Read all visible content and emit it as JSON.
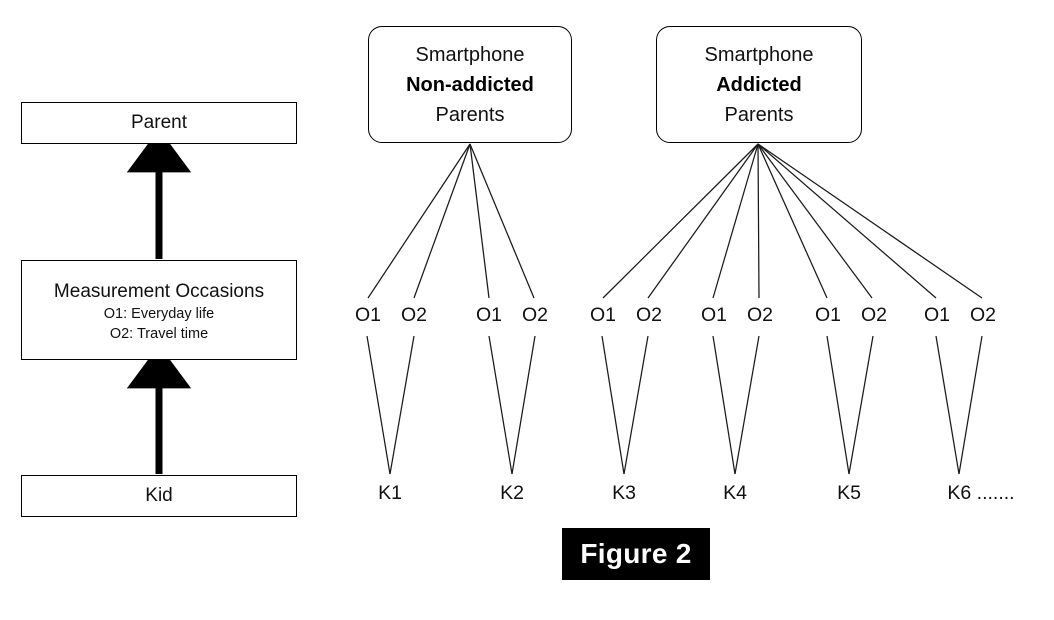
{
  "figure": {
    "caption": "Figure 2"
  },
  "legend_panel": {
    "parent_box": {
      "label": "Parent"
    },
    "measurement_box": {
      "title": "Measurement Occasions",
      "sub1": "O1: Everyday life",
      "sub2": "O2: Travel time"
    },
    "kid_box": {
      "label": "Kid"
    },
    "arrows": [
      {
        "name": "kid-to-measurement",
        "direction": "up"
      },
      {
        "name": "measurement-to-parent",
        "direction": "up"
      }
    ]
  },
  "diagram": {
    "groups": [
      {
        "id": "nonaddicted",
        "line1": "Smartphone",
        "line2": "Non-addicted",
        "line3": "Parents",
        "kids": [
          {
            "label": "K1",
            "occasions": [
              "O1",
              "O2"
            ]
          },
          {
            "label": "K2",
            "occasions": [
              "O1",
              "O2"
            ]
          }
        ]
      },
      {
        "id": "addicted",
        "line1": "Smartphone",
        "line2": "Addicted",
        "line3": "Parents",
        "kids": [
          {
            "label": "K3",
            "occasions": [
              "O1",
              "O2"
            ]
          },
          {
            "label": "K4",
            "occasions": [
              "O1",
              "O2"
            ]
          },
          {
            "label": "K5",
            "occasions": [
              "O1",
              "O2"
            ]
          },
          {
            "label": "K6 .......",
            "occasions": [
              "O1",
              "O2"
            ]
          }
        ]
      }
    ]
  },
  "colors": {
    "stroke": "#000000",
    "background": "#ffffff",
    "caption_bg": "#000000",
    "caption_fg": "#ffffff"
  }
}
